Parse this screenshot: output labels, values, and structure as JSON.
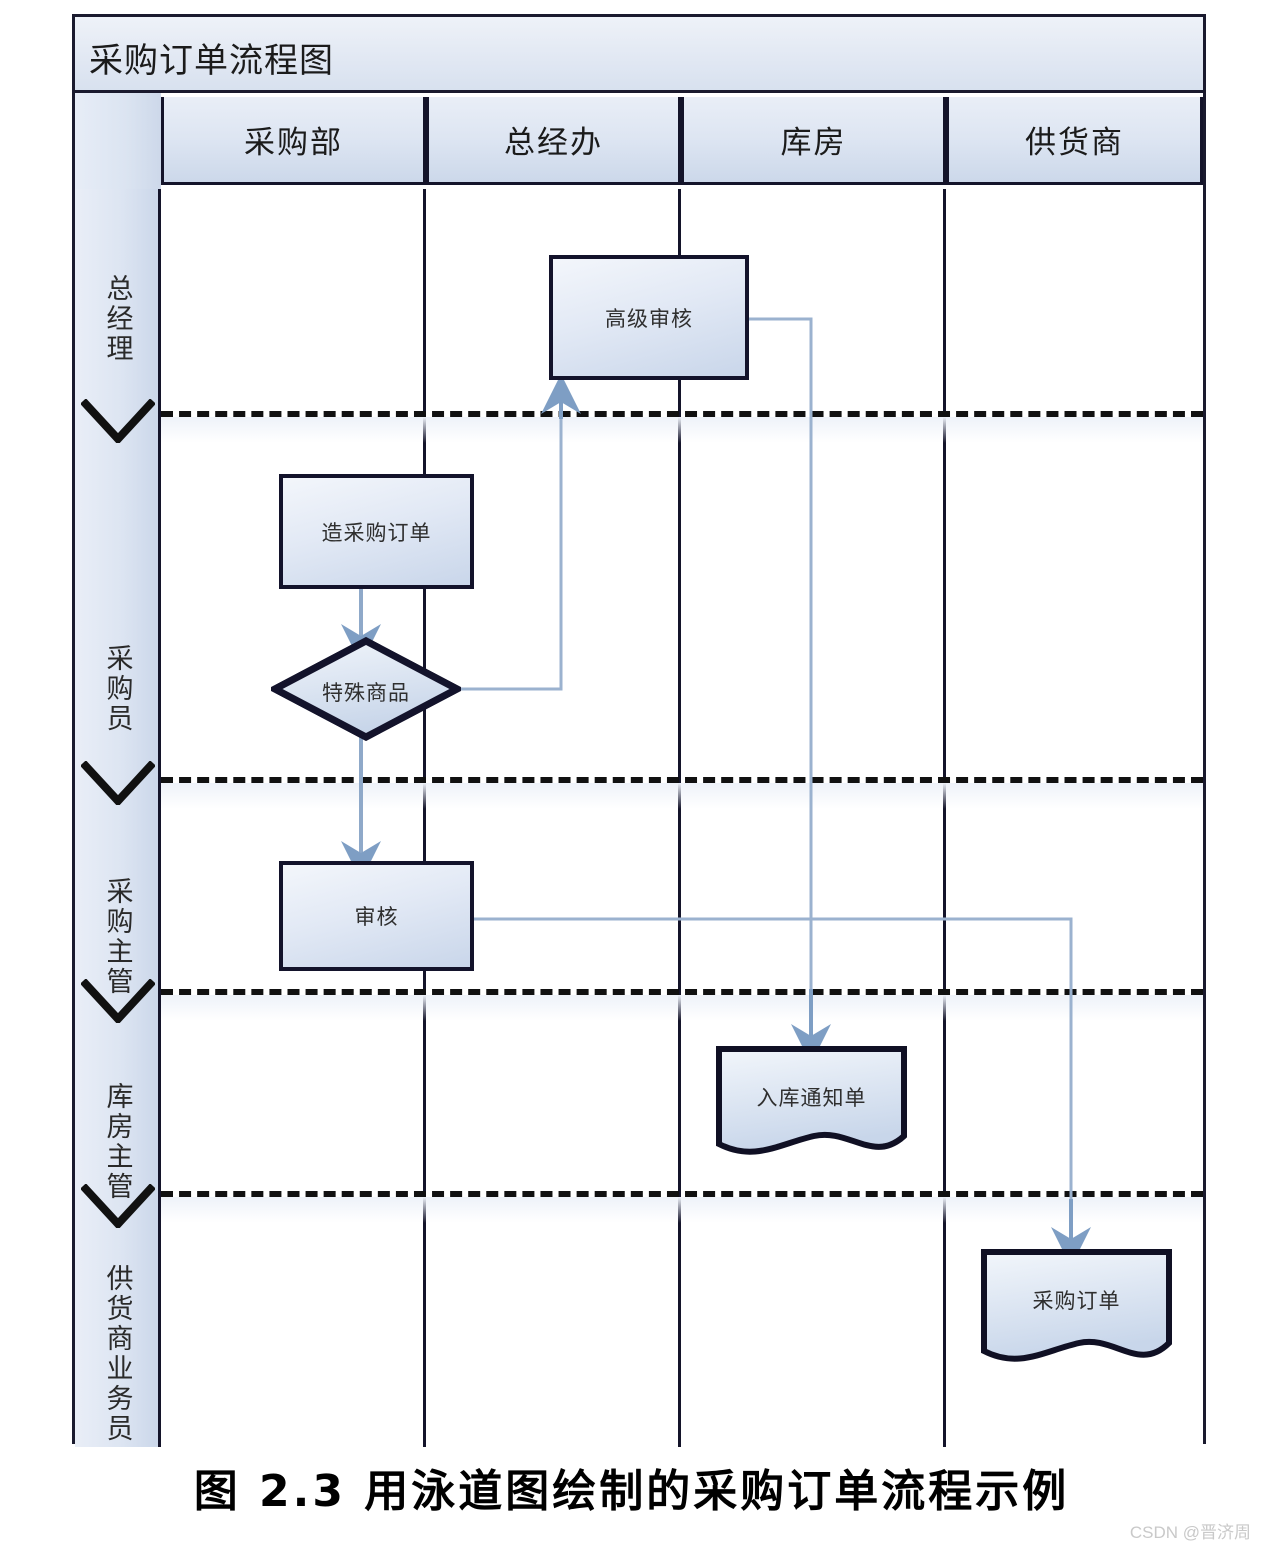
{
  "diagram": {
    "title": "采购订单流程图",
    "columns": [
      {
        "label": "采购部"
      },
      {
        "label": "总经办"
      },
      {
        "label": "库房"
      },
      {
        "label": "供货商"
      }
    ],
    "lanes": [
      {
        "label": "总经理"
      },
      {
        "label": "采购员"
      },
      {
        "label": "采购主管"
      },
      {
        "label": "库房主管"
      },
      {
        "label": "供货商业务员"
      }
    ],
    "nodes": [
      {
        "id": "senior-review",
        "label": "高级审核",
        "shape": "process",
        "column": "总经办",
        "lane": "总经理"
      },
      {
        "id": "make-purchase-order",
        "label": "造采购订单",
        "shape": "process",
        "column": "采购部",
        "lane": "采购员"
      },
      {
        "id": "special-goods",
        "label": "特殊商品",
        "shape": "decision",
        "column": "采购部",
        "lane": "采购员"
      },
      {
        "id": "review",
        "label": "审核",
        "shape": "process",
        "column": "采购部",
        "lane": "采购主管"
      },
      {
        "id": "stock-in-notice",
        "label": "入库通知单",
        "shape": "document",
        "column": "库房",
        "lane": "库房主管"
      },
      {
        "id": "purchase-order",
        "label": "采购订单",
        "shape": "document",
        "column": "供货商",
        "lane": "供货商业务员"
      }
    ],
    "edges": [
      {
        "from": "special-goods",
        "to": "senior-review"
      },
      {
        "from": "make-purchase-order",
        "to": "special-goods"
      },
      {
        "from": "special-goods",
        "to": "review"
      },
      {
        "from": "senior-review",
        "to": "stock-in-notice"
      },
      {
        "from": "review",
        "to": "stock-in-notice"
      },
      {
        "from": "review",
        "to": "purchase-order"
      }
    ],
    "colors": {
      "node_fill_light": "#f3f6fb",
      "node_fill_dark": "#c9d6ea",
      "node_border": "#13132b",
      "connector": "#7e9ec4",
      "band_fill": "#dde5f2",
      "lane_divider": "#111111"
    }
  },
  "caption": "图 2.3 用泳道图绘制的采购订单流程示例",
  "watermark": "CSDN @晋济周"
}
